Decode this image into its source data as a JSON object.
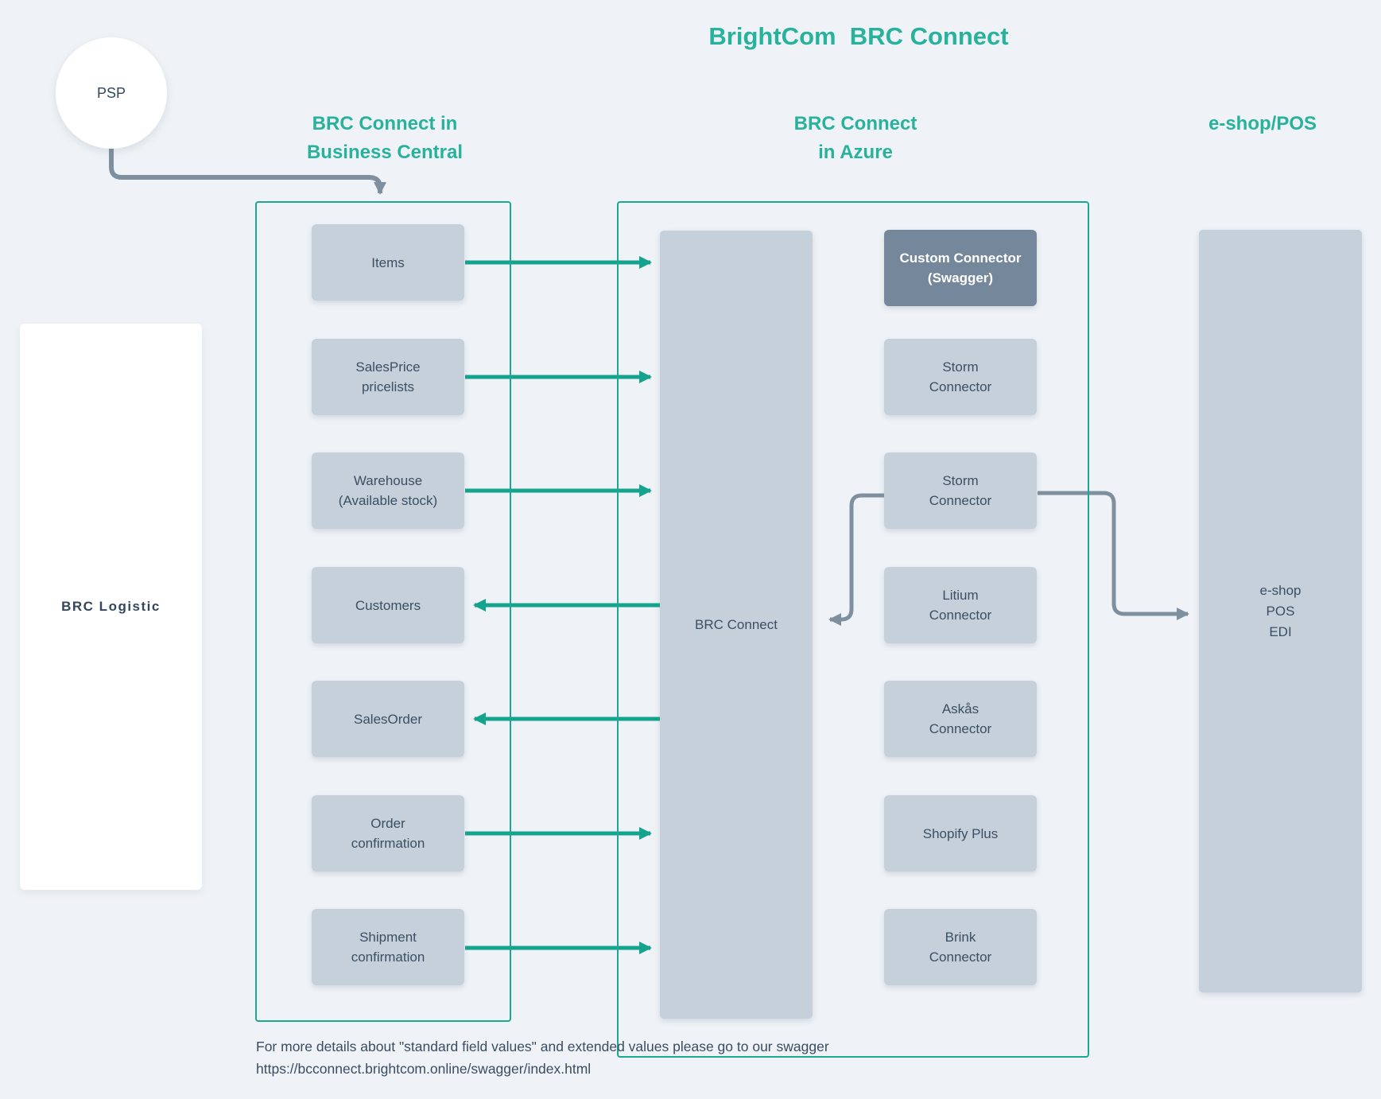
{
  "title": "BrightCom  BRC Connect",
  "colors": {
    "background": "#eff3f7",
    "teal_heading": "#28b29c",
    "teal_border": "#1ca88f",
    "teal_arrow": "#14a38c",
    "gray_arrow": "#7e90a0",
    "node_fill": "#c5d0da",
    "node_dark_fill": "#75879a",
    "node_text": "#3c4f63",
    "white": "#ffffff"
  },
  "psp": {
    "label": "PSP"
  },
  "logistic": {
    "label": "BRC Logistic"
  },
  "business_central": {
    "heading": [
      "BRC Connect in",
      "Business Central"
    ],
    "boxes": [
      {
        "lines": [
          "Items"
        ]
      },
      {
        "lines": [
          "SalesPrice",
          "pricelists"
        ]
      },
      {
        "lines": [
          "Warehouse",
          "(Available stock)"
        ]
      },
      {
        "lines": [
          "Customers"
        ]
      },
      {
        "lines": [
          "SalesOrder"
        ]
      },
      {
        "lines": [
          "Order",
          "confirmation"
        ]
      },
      {
        "lines": [
          "Shipment",
          "confirmation"
        ]
      }
    ]
  },
  "azure": {
    "heading": [
      "BRC Connect",
      "in Azure"
    ],
    "hub_label": "BRC Connect",
    "connectors": [
      {
        "lines": [
          "Custom Connector",
          "(Swagger)"
        ],
        "style": "dark"
      },
      {
        "lines": [
          "Storm",
          "Connector"
        ],
        "style": "light"
      },
      {
        "lines": [
          "Storm",
          "Connector"
        ],
        "style": "light"
      },
      {
        "lines": [
          "Litium",
          "Connector"
        ],
        "style": "light"
      },
      {
        "lines": [
          "Askås",
          "Connector"
        ],
        "style": "light"
      },
      {
        "lines": [
          "Shopify Plus"
        ],
        "style": "light"
      },
      {
        "lines": [
          "Brink",
          "Connector"
        ],
        "style": "light"
      }
    ]
  },
  "eshop": {
    "heading": "e-shop/POS",
    "lines": [
      "e-shop",
      "POS",
      "EDI"
    ]
  },
  "footer": {
    "line1": "For more details about \"standard field values\" and extended values please go to our swagger",
    "line2": "https://bcconnect.brightcom.online/swagger/index.html"
  },
  "flows": [
    {
      "from": "PSP",
      "to": "BRC Connect in Business Central",
      "color": "gray"
    },
    {
      "from": "Items",
      "to": "BRC Connect",
      "color": "teal"
    },
    {
      "from": "SalesPrice pricelists",
      "to": "BRC Connect",
      "color": "teal"
    },
    {
      "from": "Warehouse (Available stock)",
      "to": "BRC Connect",
      "color": "teal"
    },
    {
      "from": "BRC Connect",
      "to": "Customers",
      "color": "teal"
    },
    {
      "from": "BRC Connect",
      "to": "SalesOrder",
      "color": "teal"
    },
    {
      "from": "Order confirmation",
      "to": "BRC Connect",
      "color": "teal"
    },
    {
      "from": "Shipment confirmation",
      "to": "BRC Connect",
      "color": "teal"
    },
    {
      "from": "Storm Connector",
      "to": "BRC Connect",
      "color": "gray"
    },
    {
      "from": "Storm Connector",
      "to": "e-shop POS EDI",
      "color": "gray"
    }
  ]
}
